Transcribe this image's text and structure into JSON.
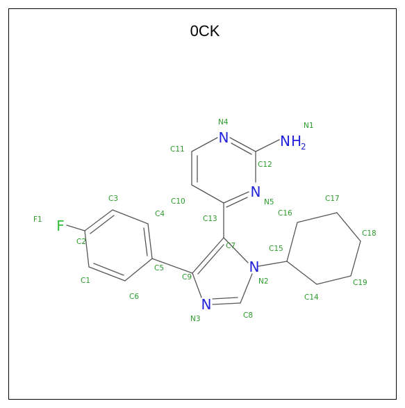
{
  "title": "0CK",
  "colors": {
    "bond": "#555555",
    "nitrogen": "#2222dd",
    "fluorine": "#33bb33",
    "label": "#2a9a2a"
  },
  "atom_symbols": {
    "N4": "N",
    "N1": "N",
    "N1_h": "H",
    "N1_h_count": "2",
    "N5": "N",
    "N2": "N",
    "N3": "N",
    "F1": "F"
  },
  "atom_labels": {
    "N1": "N1",
    "N4": "N4",
    "C11": "C11",
    "C12": "C12",
    "N5": "N5",
    "C10": "C10",
    "C13": "C13",
    "C3": "C3",
    "C4": "C4",
    "F1": "F1",
    "C2": "C2",
    "C7": "C7",
    "C5": "C5",
    "C15": "C15",
    "C9": "C9",
    "N2": "N2",
    "C1": "C1",
    "C6": "C6",
    "C8": "C8",
    "N3": "N3",
    "C16": "C16",
    "C17": "C17",
    "C18": "C18",
    "C19": "C19",
    "C14": "C14"
  }
}
